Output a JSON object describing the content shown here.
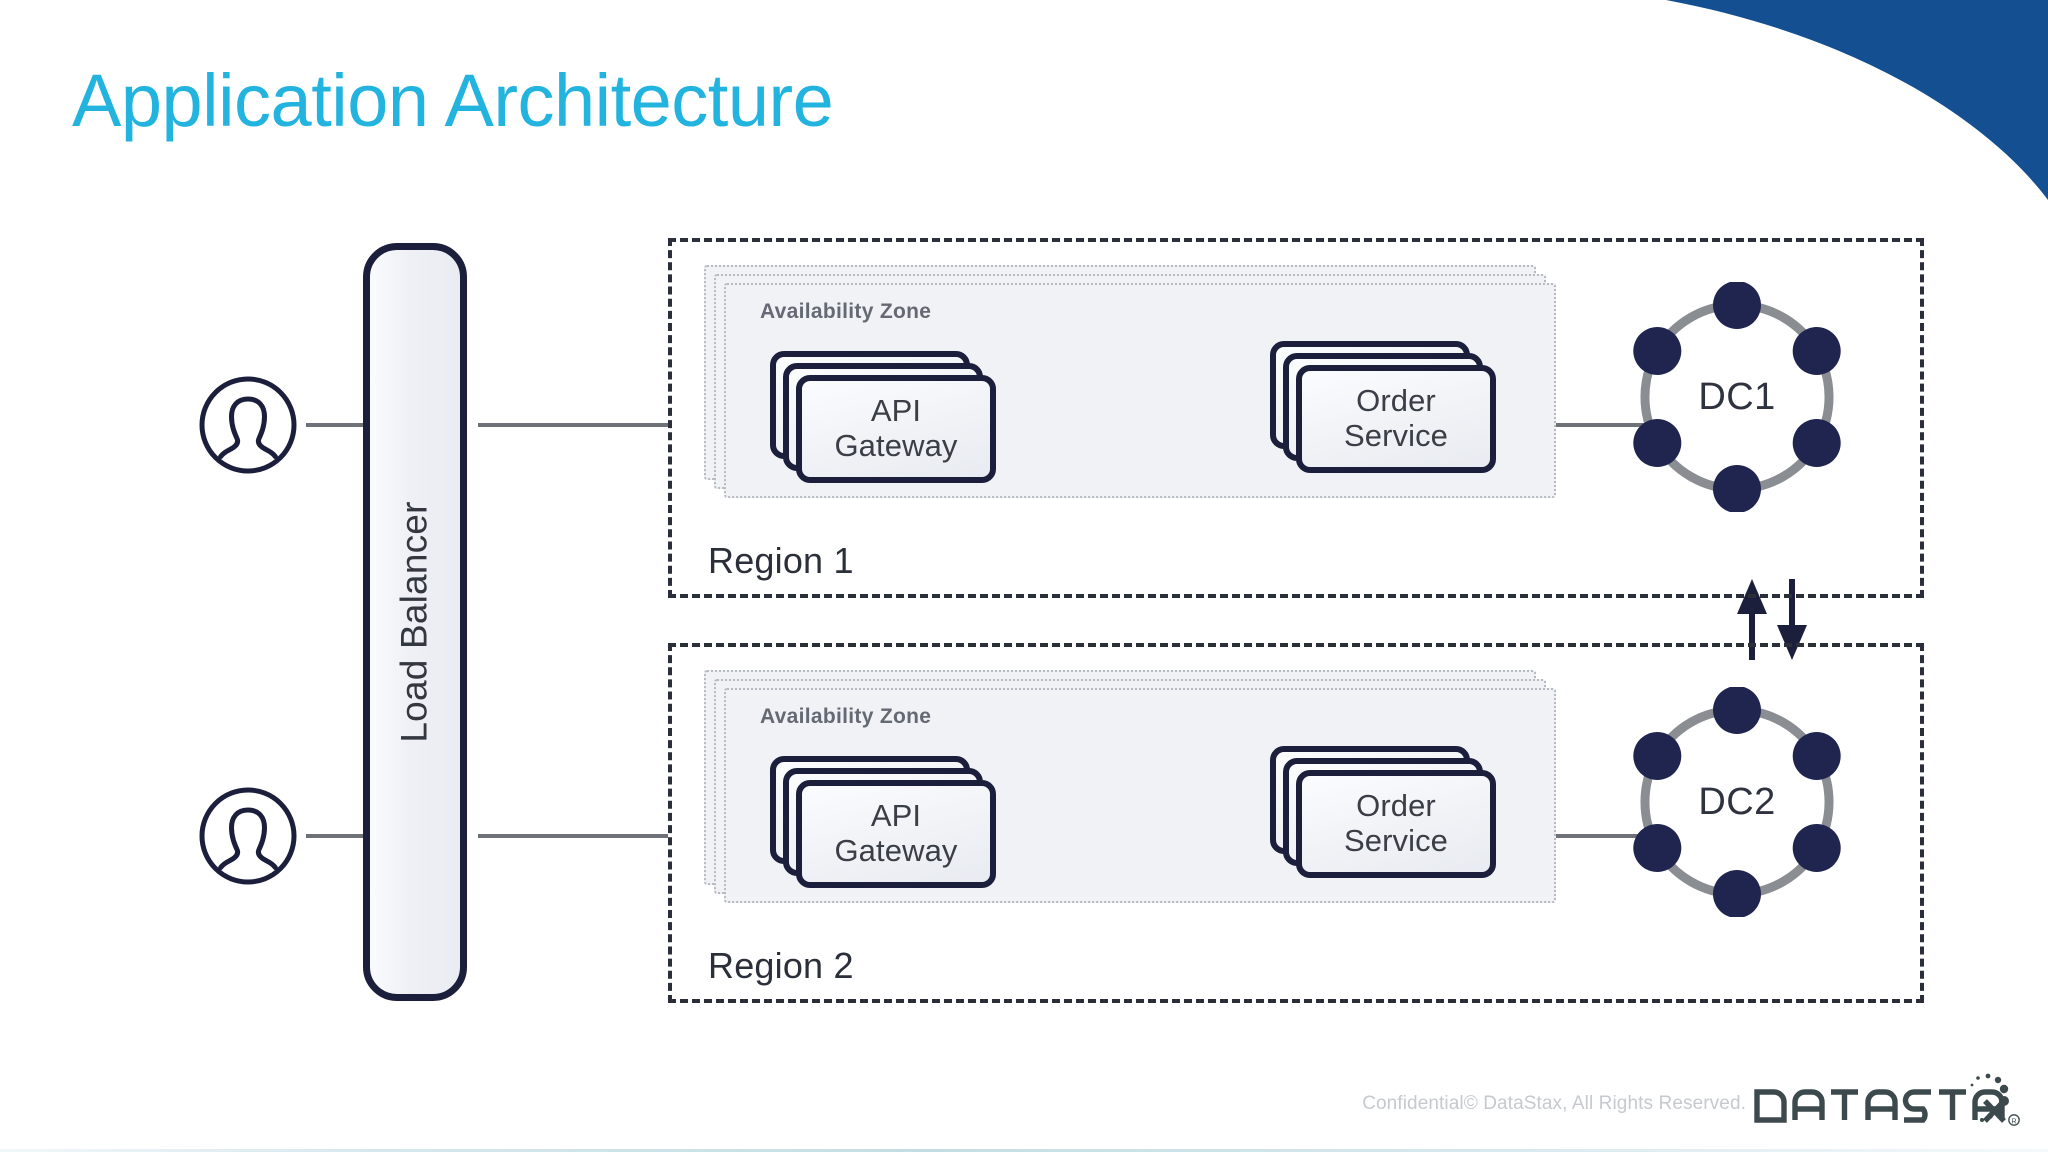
{
  "slide": {
    "title": "Application Architecture",
    "title_color": "#22B3DF",
    "background_color": "#FFFFFF",
    "accent_swoosh_color": "#144F92"
  },
  "diagram": {
    "load_balancer": {
      "label": "Load Balancer",
      "border_color": "#1B1F3B",
      "fill_color": "#EEF0F5"
    },
    "users": [
      {
        "name": "user-1",
        "icon": "user-circle-icon"
      },
      {
        "name": "user-2",
        "icon": "user-circle-icon"
      }
    ],
    "regions": [
      {
        "label": "Region 1",
        "availability_zone_label": "Availability Zone",
        "az_layer_count": 3,
        "services": [
          {
            "line1": "API",
            "line2": "Gateway",
            "replica_count": 3
          },
          {
            "line1": "Order",
            "line2": "Service",
            "replica_count": 3
          }
        ],
        "datacenter": {
          "label": "DC1",
          "node_count": 6,
          "node_color": "#1F254F",
          "ring_color": "#8A8D92"
        }
      },
      {
        "label": "Region 2",
        "availability_zone_label": "Availability Zone",
        "az_layer_count": 3,
        "services": [
          {
            "line1": "API",
            "line2": "Gateway",
            "replica_count": 3
          },
          {
            "line1": "Order",
            "line2": "Service",
            "replica_count": 3
          }
        ],
        "datacenter": {
          "label": "DC2",
          "node_count": 6,
          "node_color": "#1F254F",
          "ring_color": "#8A8D92"
        }
      }
    ],
    "replication_link": {
      "name": "dc-replication-arrows",
      "direction": "bidirectional",
      "color": "#1B1F3B"
    },
    "connector_color": "#6E7177",
    "region_border_color": "#2B2F3A",
    "az_border_color": "#B6B9C2",
    "az_fill_color": "#F1F2F6"
  },
  "footer": {
    "confidential_text": "Confidential© DataStax, All Rights Reserved.",
    "logo_wordmark": "DATASTAX",
    "logo_color": "#3C4A4E",
    "registered_mark": "®"
  }
}
